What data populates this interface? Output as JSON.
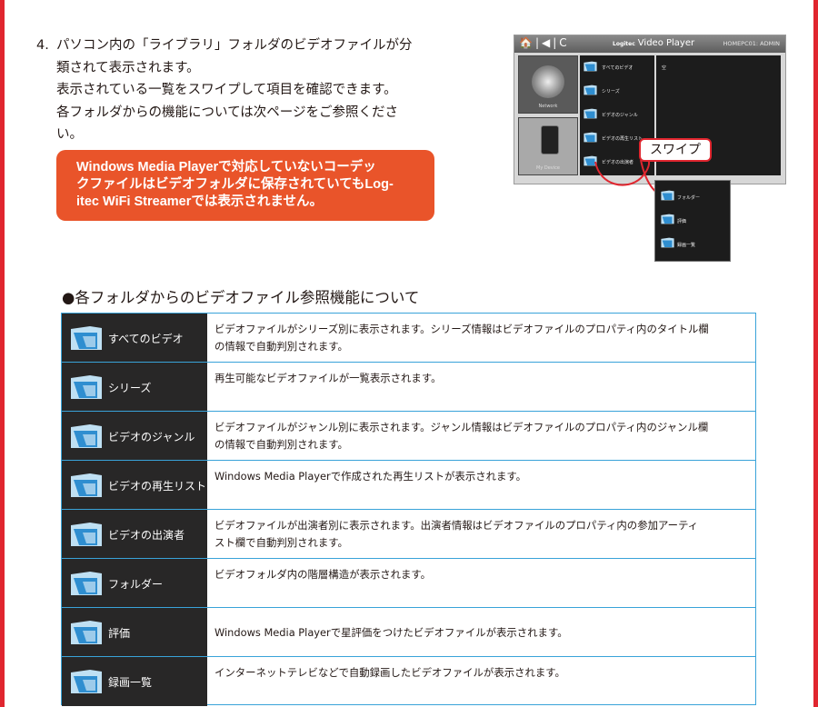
{
  "step": {
    "number": "4.",
    "lines": [
      "パソコン内の「ライブラリ」フォルダのビデオファイルが分",
      "類されて表示されます。",
      "表示されている一覧をスワイプして項目を確認できます。",
      "各フォルダからの機能については次ページをご参照くださ",
      "い。"
    ]
  },
  "notice": {
    "lines": [
      "Windows Media Playerで対応していないコーデッ",
      "クファイルはビデオフォルダに保存されていてもLog-",
      "itec WiFi Streamerでは表示されません。"
    ]
  },
  "screenshot": {
    "nav_icons": "🏠|◀|C",
    "brand": "Logitec",
    "app_title": "Video Player",
    "user": "HOMEPC01: ADMIN",
    "tiles": [
      "Network",
      "My Device"
    ],
    "menu": [
      "すべてのビデオ",
      "シリーズ",
      "ビデオのジャンル",
      "ビデオの再生リスト",
      "ビデオの出演者"
    ],
    "right_text": "空",
    "swipe_label": "スワイプ",
    "expanded": [
      "フォルダー",
      "評価",
      "録画一覧"
    ]
  },
  "section_title": "●各フォルダからのビデオファイル参照機能について",
  "table": [
    {
      "name": "すべてのビデオ",
      "desc": [
        "ビデオファイルがシリーズ別に表示されます。シリーズ情報はビデオファイルのプロパティ内のタイトル欄",
        "の情報で自動判別されます。"
      ]
    },
    {
      "name": "シリーズ",
      "desc": [
        "再生可能なビデオファイルが一覧表示されます。"
      ]
    },
    {
      "name": "ビデオのジャンル",
      "desc": [
        "ビデオファイルがジャンル別に表示されます。ジャンル情報はビデオファイルのプロパティ内のジャンル欄",
        "の情報で自動判別されます。"
      ]
    },
    {
      "name": "ビデオの再生リスト",
      "desc": [
        "Windows Media Playerで作成された再生リストが表示されます。"
      ]
    },
    {
      "name": "ビデオの出演者",
      "desc": [
        "ビデオファイルが出演者別に表示されます。出演者情報はビデオファイルのプロパティ内の参加アーティ",
        "スト欄で自動判別されます。"
      ]
    },
    {
      "name": "フォルダー",
      "desc": [
        "ビデオフォルダ内の階層構造が表示されます。"
      ]
    },
    {
      "name": "評価",
      "desc": [
        "Windows Media Playerで星評価をつけたビデオファイルが表示されます。"
      ]
    },
    {
      "name": "録画一覧",
      "desc": [
        "インターネットテレビなどで自動録画したビデオファイルが表示されます。"
      ]
    }
  ],
  "colors": {
    "frame": "#e0262f",
    "notice_bg": "#e9542a",
    "table_border": "#39a3d9",
    "name_cell": "#282727"
  }
}
